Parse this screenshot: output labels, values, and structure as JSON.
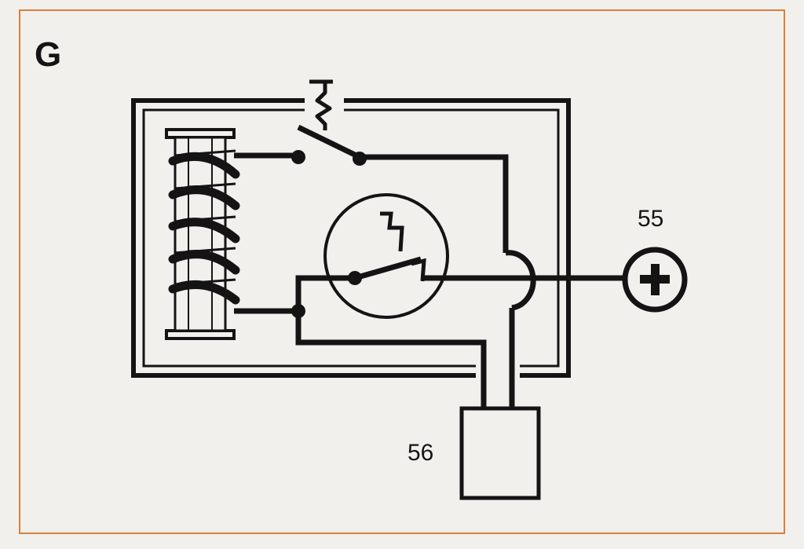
{
  "diagram": {
    "panel_label": "G",
    "terminal_positive_label": "55",
    "terminal_ground_label": "56",
    "terminal_positive_symbol": "+"
  },
  "colors": {
    "ink": "#141414",
    "frame": "#d9803a",
    "paper": "#f1f0ed"
  },
  "icons": {
    "coil": "solenoid-coil-icon",
    "switch": "spring-switch-icon",
    "thermal_element": "circuit-breaker-icon",
    "positive_terminal": "plus-terminal-icon",
    "ground_terminal": "box-terminal-icon"
  }
}
